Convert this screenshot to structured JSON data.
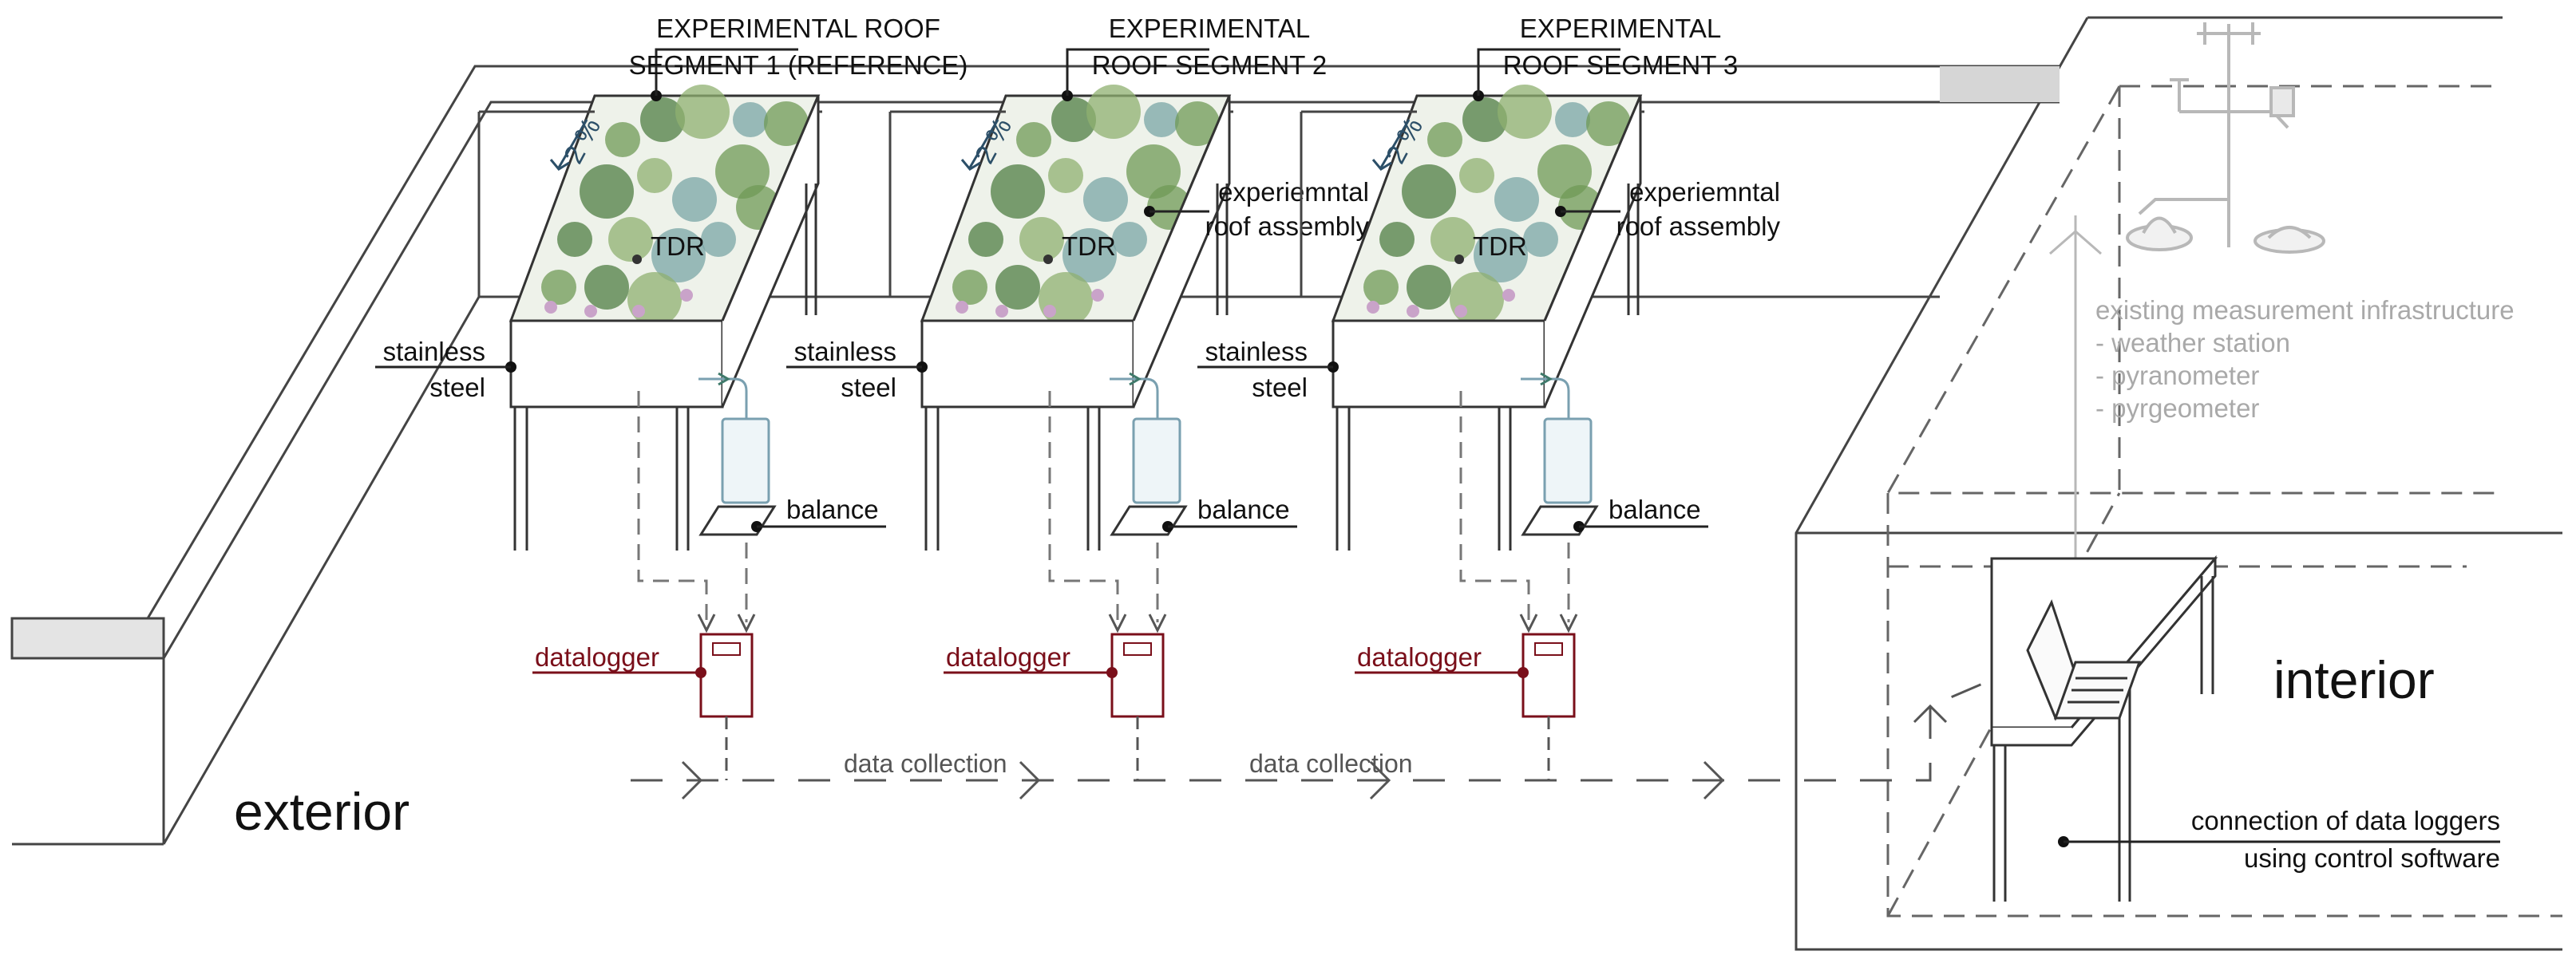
{
  "segments": [
    {
      "title_line1": "EXPERIMENTAL ROOF",
      "title_line2": "SEGMENT 1 (REFERENCE)",
      "slope": "2 %",
      "sensor": "TDR",
      "frame_line1": "stainless",
      "frame_line2": "steel",
      "scale": "balance",
      "logger": "datalogger",
      "assembly_line1": "",
      "assembly_line2": ""
    },
    {
      "title_line1": "EXPERIMENTAL",
      "title_line2": "ROOF SEGMENT 2",
      "slope": "2 %",
      "sensor": "TDR",
      "frame_line1": "stainless",
      "frame_line2": "steel",
      "scale": "balance",
      "logger": "datalogger",
      "assembly_line1": "experiemntal",
      "assembly_line2": "roof assembly"
    },
    {
      "title_line1": "EXPERIMENTAL",
      "title_line2": "ROOF SEGMENT 3",
      "slope": "2 %",
      "sensor": "TDR",
      "frame_line1": "stainless",
      "frame_line2": "steel",
      "scale": "balance",
      "logger": "datalogger",
      "assembly_line1": "experiemntal",
      "assembly_line2": "roof assembly"
    }
  ],
  "data_collection": [
    "data collection",
    "data collection"
  ],
  "exterior_label": "exterior",
  "interior_label": "interior",
  "infrastructure": {
    "title": "existing measurement infrastructure",
    "items": [
      "- weather station",
      "- pyranometer",
      "- pyrgeometer"
    ]
  },
  "connection": {
    "line1": "connection of data loggers",
    "line2": "using control software"
  },
  "colors": {
    "logger_red": "#7a0f1a",
    "label_black": "#111111",
    "infrastructure_grey": "#a9a9a9",
    "slope_blue": "#2c4f68",
    "leader_line": "#222222",
    "plant_greens": [
      "#6f9a55",
      "#4f7d43",
      "#8fb070",
      "#7aa5a5"
    ]
  }
}
